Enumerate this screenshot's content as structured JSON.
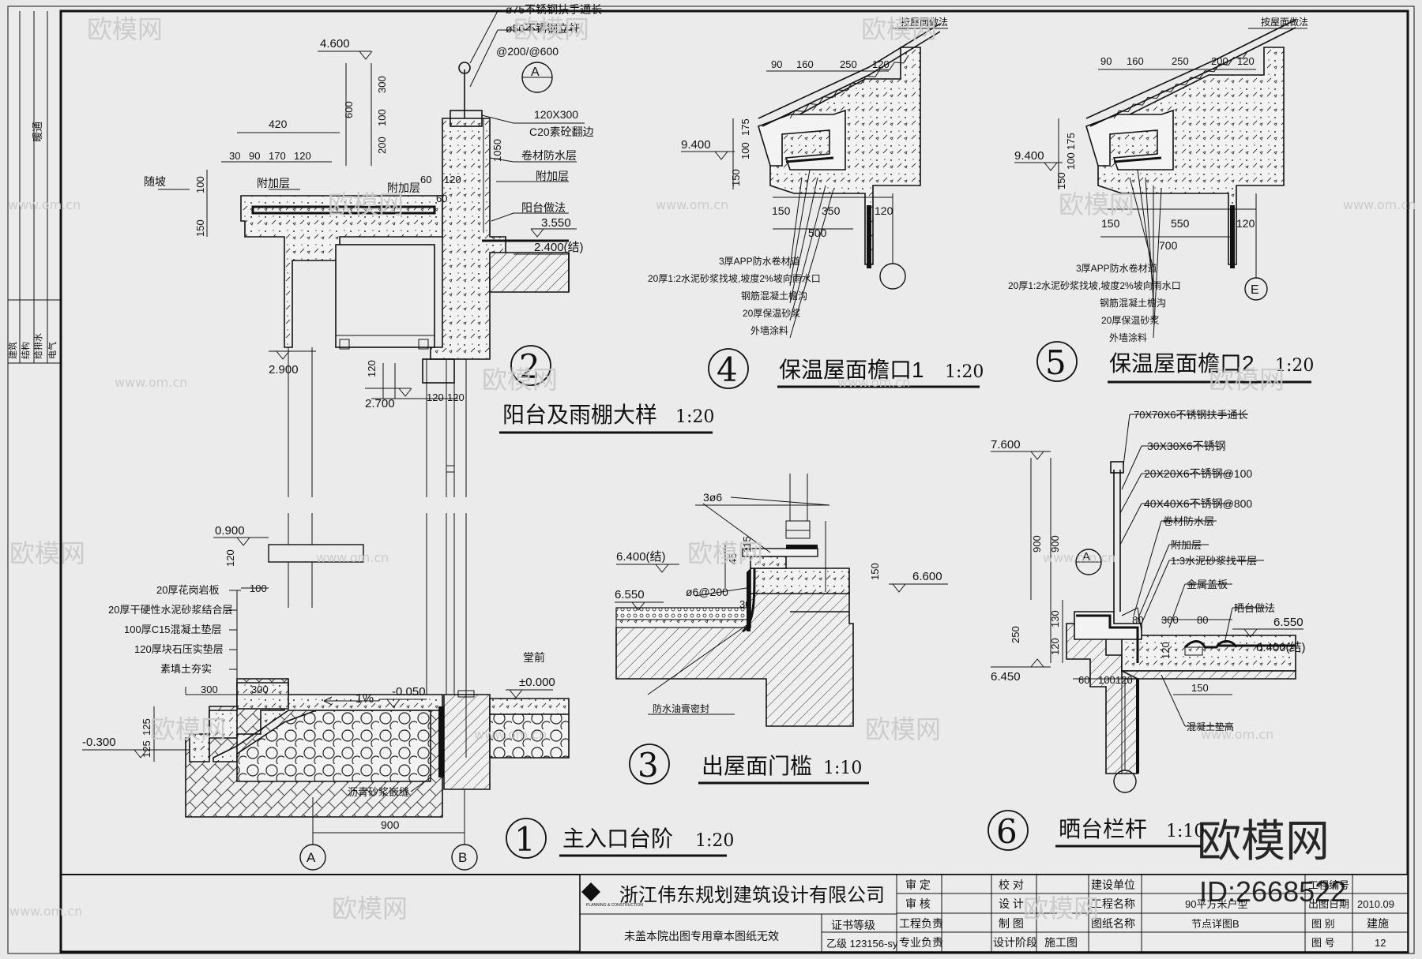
{
  "drawing": {
    "detail_titles": [
      {
        "num": "2",
        "title": "阳台及雨棚大样",
        "scale": "1:20"
      },
      {
        "num": "4",
        "title": "保温屋面檐口1",
        "scale": "1:20"
      },
      {
        "num": "5",
        "title": "保温屋面檐口2",
        "scale": "1:20"
      },
      {
        "num": "3",
        "title": "出屋面门槛",
        "scale": "1:10"
      },
      {
        "num": "6",
        "title": "晒台栏杆",
        "scale": "1:10"
      },
      {
        "num": "1",
        "title": "主入口台阶",
        "scale": "1:20"
      }
    ],
    "grid_axes": {
      "a": "A",
      "b": "B",
      "e": "E"
    },
    "d2": {
      "elevations": [
        "4.600",
        "3.550",
        "2.400(结)",
        "2.900",
        "2.700"
      ],
      "dims": [
        "420",
        "30",
        "90",
        "170",
        "120",
        "100",
        "150",
        "300",
        "600",
        "200",
        "100",
        "60",
        "120",
        "60",
        "1050",
        "120",
        "120",
        "120"
      ],
      "notes": [
        "ø75不锈钢扶手通长",
        "ø50不锈钢立杆",
        "@200/@600",
        "120X300",
        "C20素砼翻边",
        "卷材防水层",
        "附加层",
        "阳台做法",
        "附加层",
        "附加层",
        "随坡"
      ],
      "side_note": "随坡"
    },
    "d4": {
      "elevation": "9.400",
      "dims_top": [
        "90",
        "160",
        "250",
        "120"
      ],
      "dims_side": [
        "175",
        "100",
        "150"
      ],
      "dims_bottom": [
        "150",
        "350",
        "120",
        "500"
      ],
      "roof_note": "按屋面做法",
      "layers": [
        "3厚APP防水卷材道",
        "20厚1:2水泥砂浆找坡,坡度2%坡向雨水口",
        "钢筋混凝土檐沟",
        "20厚保温砂浆",
        "外墙涂料"
      ]
    },
    "d5": {
      "elevation": "9.400",
      "dims_top": [
        "90",
        "160",
        "250",
        "200",
        "120"
      ],
      "dims_side": [
        "175",
        "100",
        "150"
      ],
      "dims_bottom": [
        "150",
        "550",
        "120",
        "700"
      ],
      "roof_note": "按屋面做法",
      "layers": [
        "3厚APP防水卷材道",
        "20厚1:2水泥砂浆找坡,坡度2%坡向雨水口",
        "钢筋混凝土檐沟",
        "20厚保温砂浆",
        "外墙涂料"
      ]
    },
    "d3": {
      "elevations": [
        "6.400(结)",
        "6.550",
        "6.600"
      ],
      "dims": [
        "45",
        "115",
        "150",
        "30"
      ],
      "notes": [
        "3ø6",
        "ø6@200",
        "防水油膏密封"
      ]
    },
    "d6": {
      "elevations": [
        "7.600",
        "6.450",
        "6.550",
        "6.400(结)"
      ],
      "dims": [
        "900",
        "900",
        "250",
        "120",
        "130",
        "60",
        "100",
        "120",
        "80",
        "300",
        "80",
        "120",
        "150"
      ],
      "notes": [
        "70X70X6不锈钢扶手通长",
        "30X30X6不锈钢",
        "20X20X6不锈钢@100",
        "40X40X6不锈钢@800",
        "卷材防水层",
        "附加层",
        "1:3水泥砂浆找平层",
        "金属盖板",
        "晒台做法",
        "混凝土垫高"
      ]
    },
    "d1": {
      "elevations": [
        "0.900",
        "-0.300",
        "-0.050",
        "±0.000"
      ],
      "dims": [
        "120",
        "100",
        "300",
        "300",
        "125",
        "125",
        "900"
      ],
      "layers": [
        "20厚花岗岩板",
        "20厚干硬性水泥砂浆结合层",
        "100厚C15混凝土垫层",
        "120厚块石压实垫层",
        "素填土夯实"
      ],
      "notes": [
        "堂前",
        "1%",
        "沥青砂浆嵌缝"
      ]
    }
  },
  "left_strip": {
    "labels": [
      "暖通",
      "建筑",
      "结构",
      "给排水",
      "电气"
    ]
  },
  "title_block": {
    "company": "浙江伟东规划建筑设计有限公司",
    "logo_text": "PLANNING & CONSTRUCTION",
    "notice": "未盖本院出图专用章本图纸无效",
    "cert_label": "证书等级",
    "cert_value": "乙级 123156-sy",
    "roles_col1": [
      "审 定",
      "审 核",
      "工程负责",
      "专业负责"
    ],
    "roles_col2": [
      "校 对",
      "设 计",
      "制 图",
      "设计阶段"
    ],
    "stage_value": "施工图",
    "proj_labels": [
      "建设单位",
      "工程名称",
      "图纸名称"
    ],
    "project_name": "90平方米户型",
    "drawing_name": "节点详图B",
    "right_labels": [
      "工程编号",
      "出图日期",
      "图 别",
      "图 号"
    ],
    "date": "2010.09",
    "category": "建施",
    "sheet_no": "12"
  },
  "watermark": {
    "site": "www.om.cn",
    "brand": "欧模网",
    "id_text": "ID:2668522"
  }
}
